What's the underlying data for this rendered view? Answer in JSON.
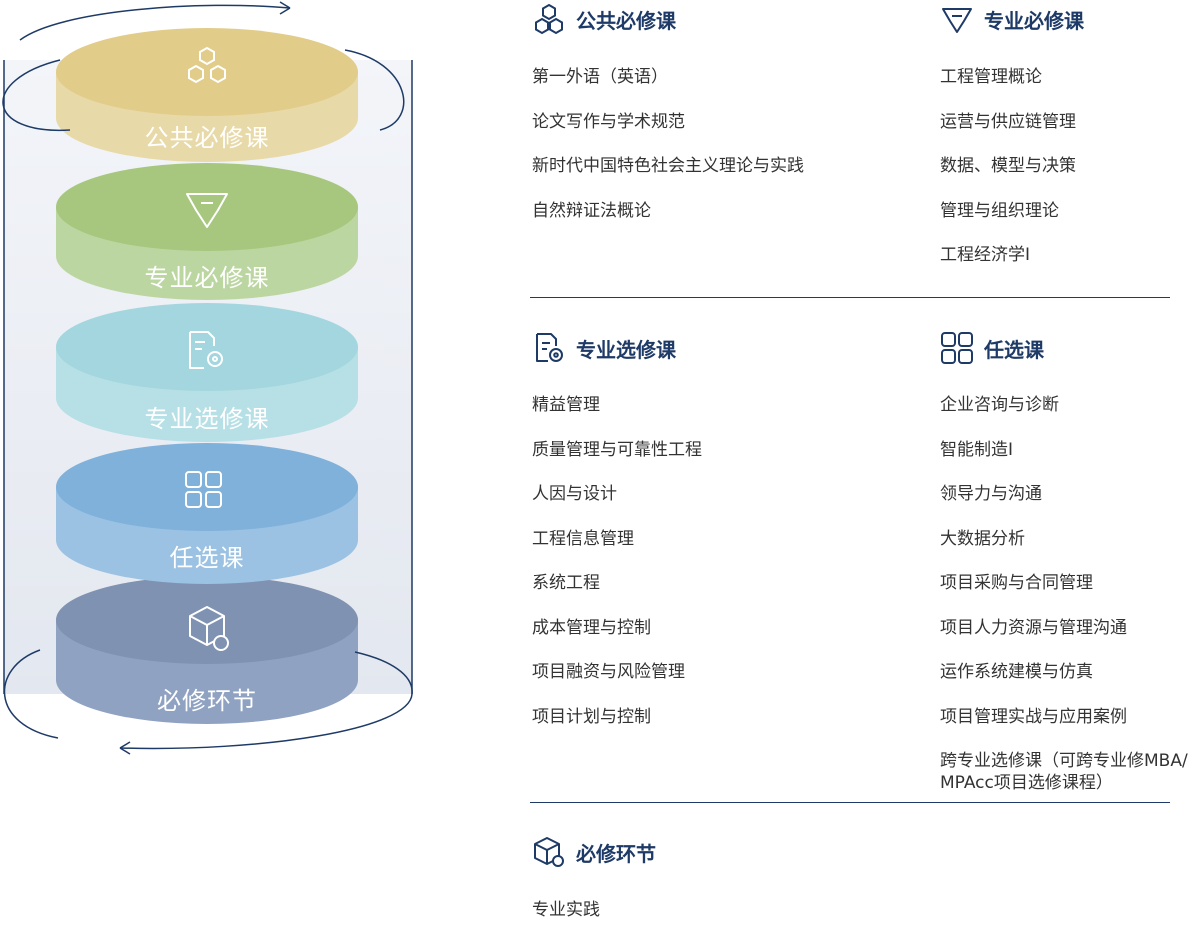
{
  "stack": {
    "layers": [
      {
        "label": "公共必修课",
        "icon": "hexagon-cluster-icon"
      },
      {
        "label": "专业必修课",
        "icon": "diamond-icon"
      },
      {
        "label": "专业选修课",
        "icon": "document-gear-icon"
      },
      {
        "label": "任选课",
        "icon": "four-squares-icon"
      },
      {
        "label": "必修环节",
        "icon": "cube-icon"
      }
    ]
  },
  "sections": {
    "public_required": {
      "title": "公共必修课",
      "icon": "hexagon-cluster-icon",
      "items": [
        "第一外语（英语）",
        "论文写作与学术规范",
        "新时代中国特色社会主义理论与实践",
        "自然辩证法概论"
      ]
    },
    "major_required": {
      "title": "专业必修课",
      "icon": "diamond-icon",
      "items": [
        "工程管理概论",
        "运营与供应链管理",
        "数据、模型与决策",
        "管理与组织理论",
        "工程经济学I"
      ]
    },
    "major_elective": {
      "title": "专业选修课",
      "icon": "document-gear-icon",
      "items": [
        "精益管理",
        "质量管理与可靠性工程",
        "人因与设计",
        "工程信息管理",
        "系统工程",
        "成本管理与控制",
        "项目融资与风险管理",
        "项目计划与控制"
      ]
    },
    "free_elective": {
      "title": "任选课",
      "icon": "four-squares-icon",
      "items": [
        "企业咨询与诊断",
        "智能制造I",
        "领导力与沟通",
        "大数据分析",
        "项目采购与合同管理",
        "项目人力资源与管理沟通",
        "运作系统建模与仿真",
        "项目管理实战与应用案例",
        "跨专业选修课（可跨专业修MBA/",
        "MPAcc项目选修课程）"
      ]
    },
    "required_practice": {
      "title": "必修环节",
      "icon": "cube-icon",
      "items": [
        "专业实践"
      ]
    }
  },
  "colors": {
    "navy": "#1e3a66",
    "layer1": "#e3cd8b",
    "layer2": "#a9c781",
    "layer3": "#a6d8df",
    "layer4": "#8ab6dc",
    "layer5": "#7f92b2"
  }
}
